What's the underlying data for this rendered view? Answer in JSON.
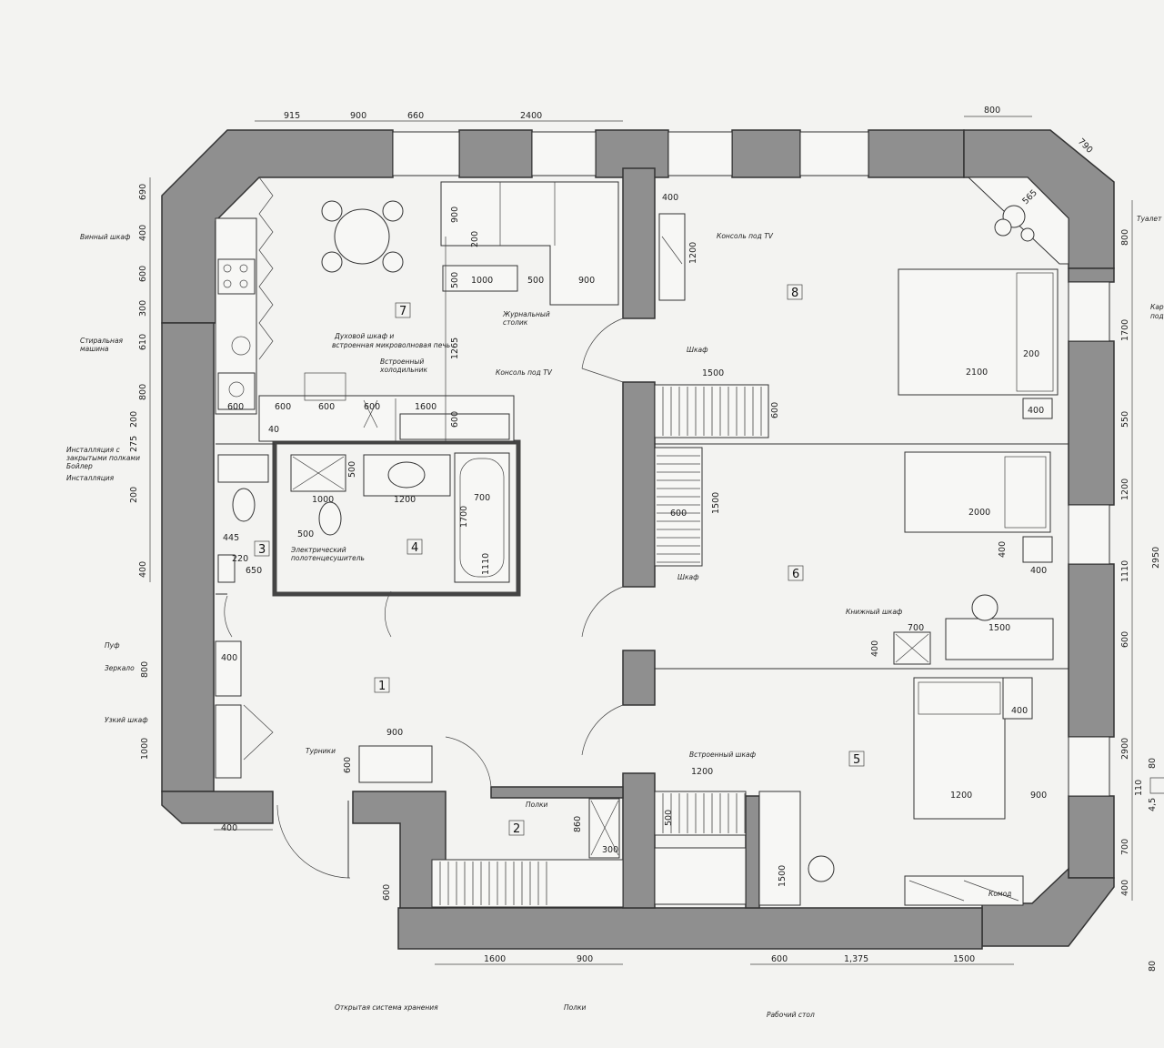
{
  "top_dims": {
    "d915": "915",
    "d900": "900",
    "d660": "660",
    "d2400": "2400",
    "d800": "800",
    "d790": "790"
  },
  "left_dims": {
    "d690": "690",
    "d400": "400",
    "d600": "600",
    "d300": "300",
    "d610": "610",
    "d800": "800",
    "d200": "200",
    "d275": "275",
    "d200b": "200",
    "d400b": "400"
  },
  "right_dims": {
    "d800": "800",
    "d1700": "1700",
    "d550": "550",
    "d1200": "1200",
    "d2950": "2950",
    "d1110": "1110",
    "d600": "600",
    "d2900": "2900",
    "d700": "700",
    "d400": "400",
    "d80a": "80",
    "d110": "110",
    "d45": "4,5",
    "d80b": "80"
  },
  "bottom_dims": {
    "d400": "400",
    "d600": "600",
    "d1600": "1600",
    "d900": "900",
    "d600b": "600",
    "d1375": "1,375",
    "d1500": "1500"
  },
  "inner_dims": {
    "d900a": "900",
    "d200a": "200",
    "d1000": "1000",
    "d500a": "500",
    "d900b": "900",
    "d500b": "500",
    "d1265": "1265",
    "d600a": "600",
    "d600b": "600",
    "d600c": "600",
    "d1600": "1600",
    "d600d": "600",
    "d600e": "600",
    "d40": "40",
    "d400a": "400",
    "d1200a": "1200",
    "d1500a": "1500",
    "d600f": "600",
    "d200b": "200",
    "d2100": "2100",
    "d400b": "400",
    "d565": "565",
    "d500c": "500",
    "d1000b": "1000",
    "d1200b": "1200",
    "d1700": "1700",
    "d700a": "700",
    "d1110": "1110",
    "d500d": "500",
    "d445": "445",
    "d220": "220",
    "d650": "650",
    "d1500b": "1500",
    "d600g": "600",
    "d2000": "2000",
    "d400c": "400",
    "d400d": "400",
    "d700b": "700",
    "d1500c": "1500",
    "d400e": "400",
    "d400f": "400",
    "d800": "800",
    "d1000c": "1000",
    "d900c": "900",
    "d600h": "600",
    "d860": "860",
    "d300": "300",
    "d1200c": "1200",
    "d500e": "500",
    "d1500d": "1500",
    "d1200d": "1200",
    "d900d": "900",
    "d400g": "400"
  },
  "labels": {
    "wine_cabinet": "Винный шкаф",
    "washing_machine_1": "Стиральная",
    "washing_machine_2": "машина",
    "oven_1": "Духовой шкаф и",
    "oven_2": "встроенная микроволновая печь",
    "fridge_1": "Встроенный",
    "fridge_2": "холодильник",
    "console_tv_living": "Консоль под TV",
    "coffee_table_1": "Журнальный",
    "coffee_table_2": "столик",
    "console_tv_bed": "Консоль под TV",
    "toilet_right": "Туалет",
    "wardrobe_top": "Шкаф",
    "wardrobe_mid": "Шкаф",
    "right_cut_1": "Кар",
    "right_cut_2": "под",
    "install_1": "Инсталляция с",
    "install_2": "закрытыми полками",
    "boiler": "Бойлер",
    "install_3": "Инсталляция",
    "towel_dryer_1": "Электрический",
    "towel_dryer_2": "полотенцесушитель",
    "bookcase": "Книжный шкаф",
    "pouf": "Пуф",
    "mirror": "Зеркало",
    "narrow_cabinet": "Узкий шкаф",
    "rail": "Турники",
    "shelves_top": "Полки",
    "built_in_wardrobe": "Встроенный шкаф",
    "dresser": "Комод",
    "open_storage": "Открытая система хранения",
    "shelves_bottom": "Полки",
    "desk": "Рабочий стол"
  },
  "rooms": {
    "r1": "1",
    "r2": "2",
    "r3": "3",
    "r4": "4",
    "r5": "5",
    "r6": "6",
    "r7": "7",
    "r8": "8"
  },
  "colors": {
    "wall": "#8f8f8f",
    "paper": "#f3f3f1",
    "ink": "#222222"
  }
}
